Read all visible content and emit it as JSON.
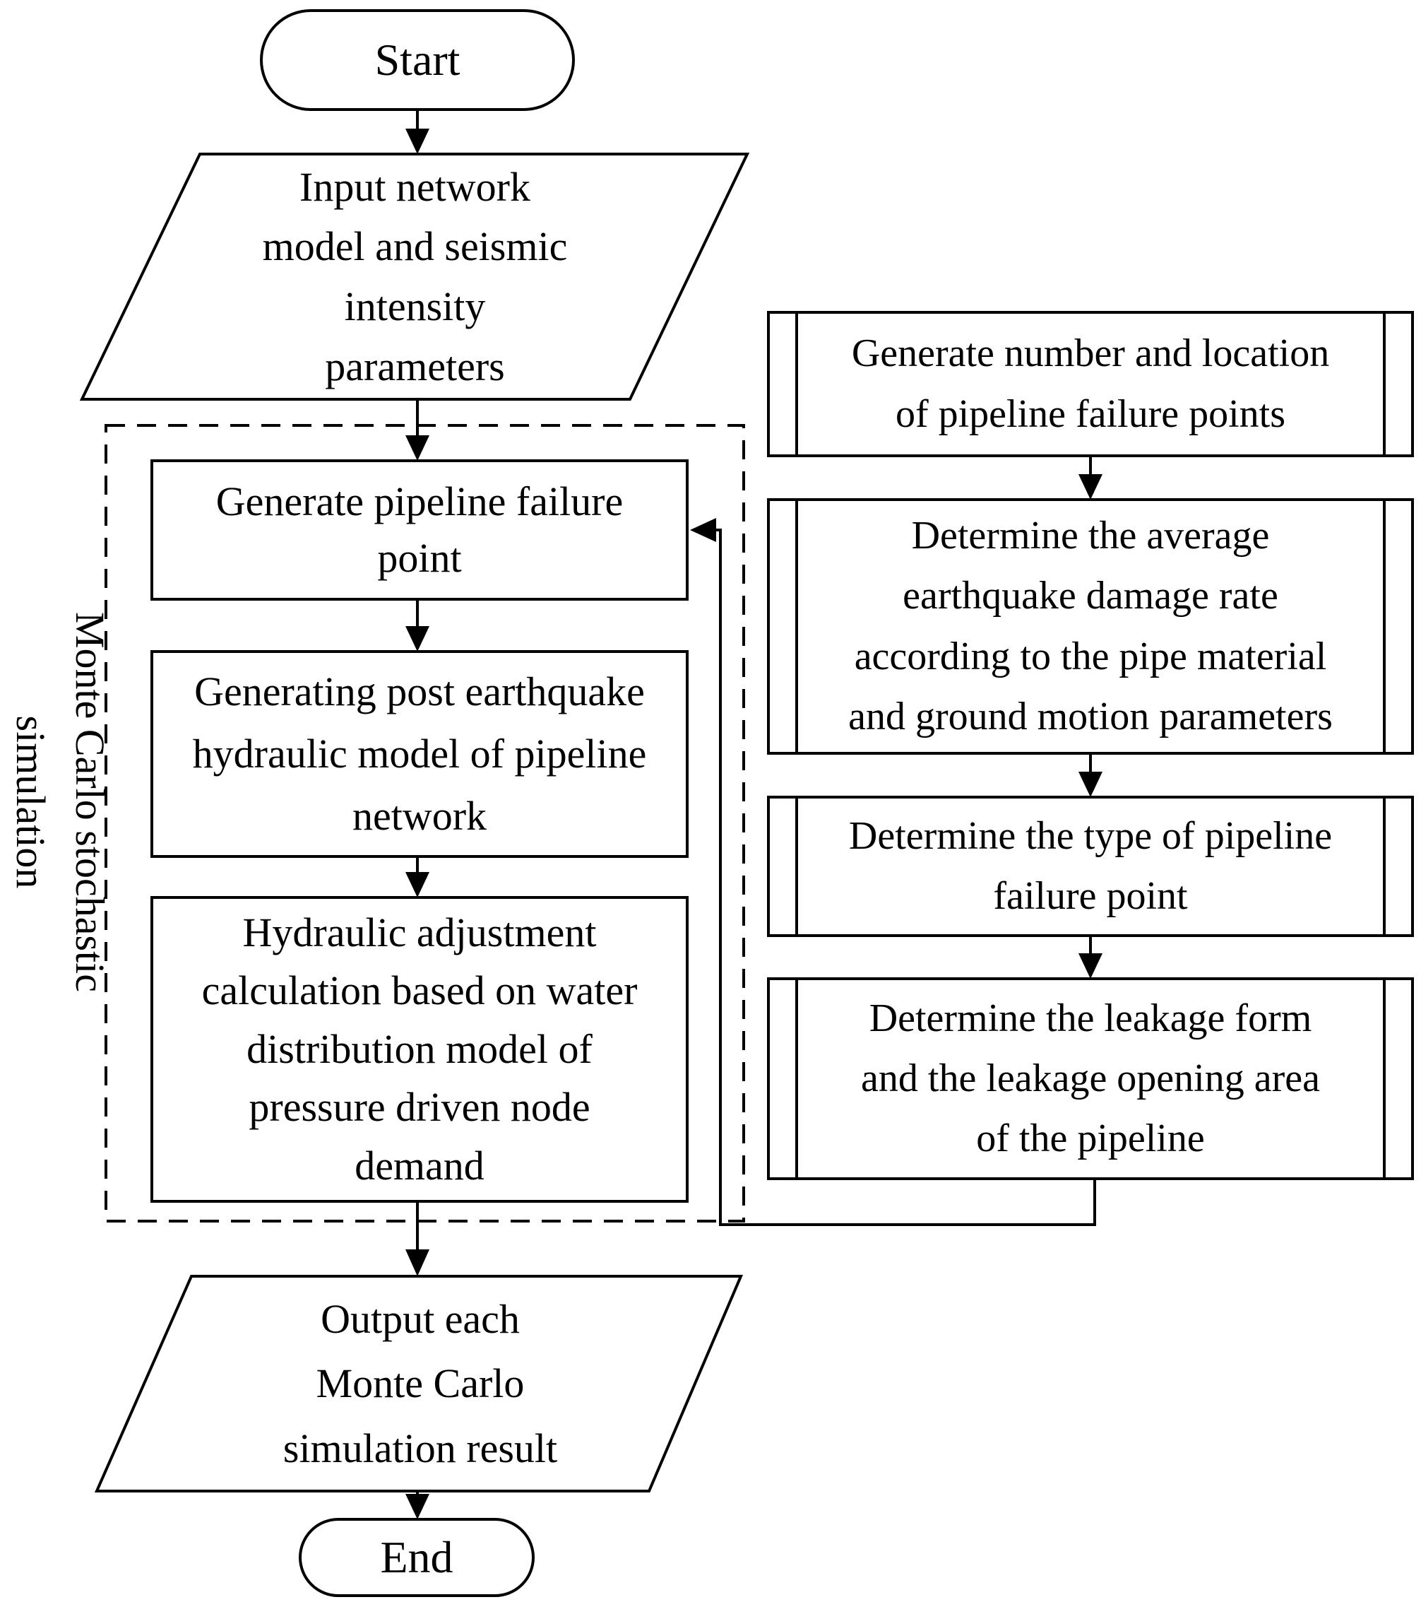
{
  "page": {
    "background_color": "#ffffff",
    "line_color": "#000000"
  },
  "flowchart": {
    "start": "Start",
    "input": "Input network\nmodel and seismic\nintensity\nparameters",
    "loop_label": "Monte Carlo stochastic\nsimulation",
    "generate_failure_point": "Generate pipeline failure\npoint",
    "post_earthquake_model": "Generating post earthquake\nhydraulic model of pipeline\nnetwork",
    "hydraulic_adjustment": "Hydraulic adjustment\ncalculation based on water\ndistribution model of\npressure driven node\ndemand",
    "output_result": "Output each\nMonte Carlo\nsimulation result",
    "end": "End",
    "gen_number_location": "Generate number and location\nof pipeline failure points",
    "avg_damage_rate": "Determine the average\nearthquake damage rate\naccording to the pipe material\nand ground motion parameters",
    "failure_type": "Determine the type of pipeline\nfailure point",
    "leakage_form": "Determine the leakage form\nand the leakage opening area\nof the pipeline"
  }
}
